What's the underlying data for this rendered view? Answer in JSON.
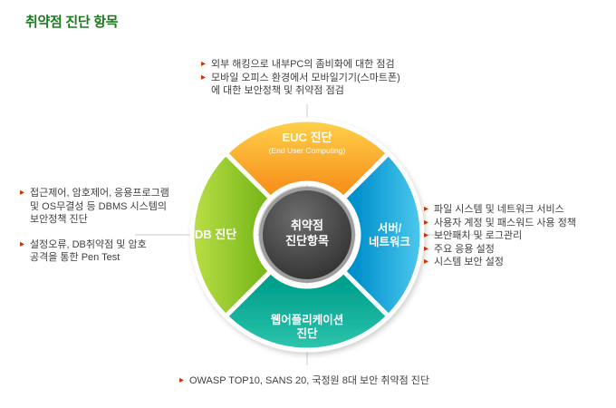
{
  "page": {
    "title": "취약점 진단 항목"
  },
  "glyphs": {
    "bullet": "▸"
  },
  "colors": {
    "title": "#1b7a1f",
    "bullet": "#cc3300",
    "body_text": "#404040",
    "guide_line": "#cccccc",
    "euc_light": "#ffd24b",
    "euc_dark": "#f7941e",
    "server_light": "#4ec9ef",
    "server_dark": "#0090cb",
    "web_light": "#2ec5ad",
    "web_dark": "#00a08d",
    "db_light": "#bbdf47",
    "db_dark": "#7cba1d",
    "center_ring": "#9d9d9d",
    "center_light": "#6d6d6d",
    "center_dark": "#333333"
  },
  "diagram": {
    "center": {
      "line1": "취약점",
      "line2": "진단항목"
    },
    "segments": {
      "euc": {
        "label": "EUC 진단",
        "sublabel": "(End User Computing)"
      },
      "server": {
        "line1": "서버/",
        "line2": "네트워크"
      },
      "web": {
        "line1": "웹어플리케이션",
        "line2": "진단"
      },
      "db": {
        "label": "DB 진단"
      }
    }
  },
  "notes": {
    "euc": [
      "외부 해킹으로 내부PC의 좀비화에 대한 점검",
      "모바일 오피스 환경에서 모바일기기(스마트폰)",
      "에 대한 보안정책 및 취약점 점검"
    ],
    "db": [
      "접근제어, 암호제어, 응용프로그램",
      "및 OS무결성 등 DBMS 시스템의",
      "보안정책 진단",
      "설정오류, DB취약점 및 암호",
      "공격을 통한 Pen Test"
    ],
    "server": [
      "파일 시스템 및 네트워크 서비스",
      "사용자 계정 및 패스워드 사용 정책",
      "보안패치 및 로그관리",
      "주요 응용 설정",
      "시스템 보안 설정"
    ],
    "web": [
      "OWASP TOP10, SANS 20, 국정원 8대 보안 취약점 진단"
    ]
  }
}
